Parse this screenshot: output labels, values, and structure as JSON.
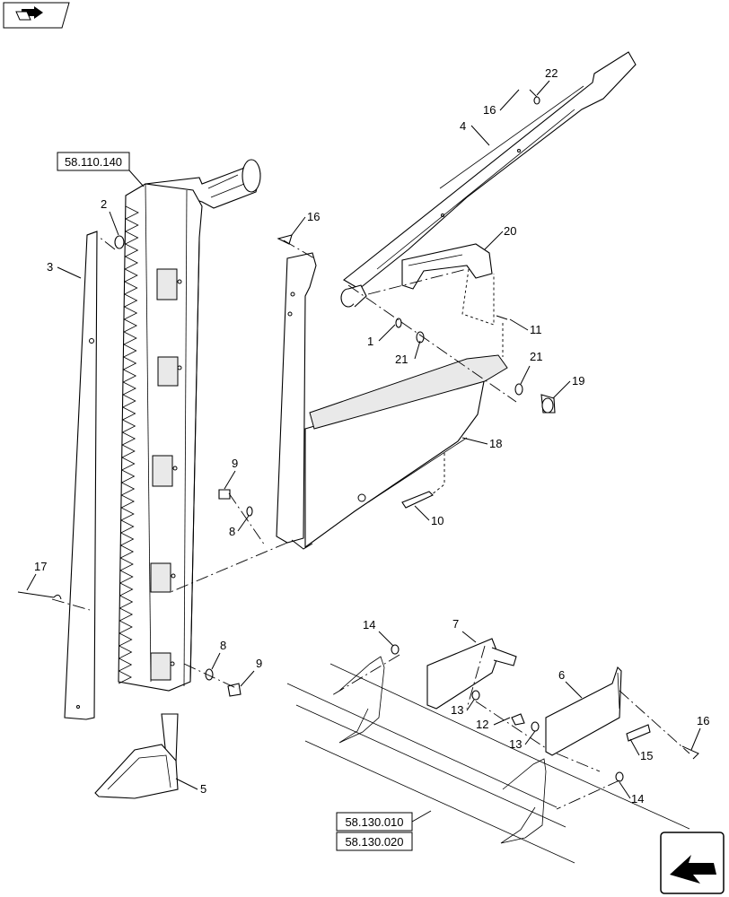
{
  "top_icon": "book-arrow-icon",
  "bottom_icon": "next-page-arrow-icon",
  "references": [
    "58.110.140",
    "58.130.010",
    "58.130.020"
  ],
  "labels": {
    "p1": "1",
    "p2": "2",
    "p3": "3",
    "p4": "4",
    "p5": "5",
    "p6": "6",
    "p7": "7",
    "p8a": "8",
    "p8b": "8",
    "p9a": "9",
    "p9b": "9",
    "p10": "10",
    "p11": "11",
    "p12": "12",
    "p13a": "13",
    "p13b": "13",
    "p14a": "14",
    "p14b": "14",
    "p15": "15",
    "p16a": "16",
    "p16b": "16",
    "p16c": "16",
    "p17": "17",
    "p18": "18",
    "p19": "19",
    "p20": "20",
    "p21a": "21",
    "p21b": "21",
    "p22": "22"
  }
}
